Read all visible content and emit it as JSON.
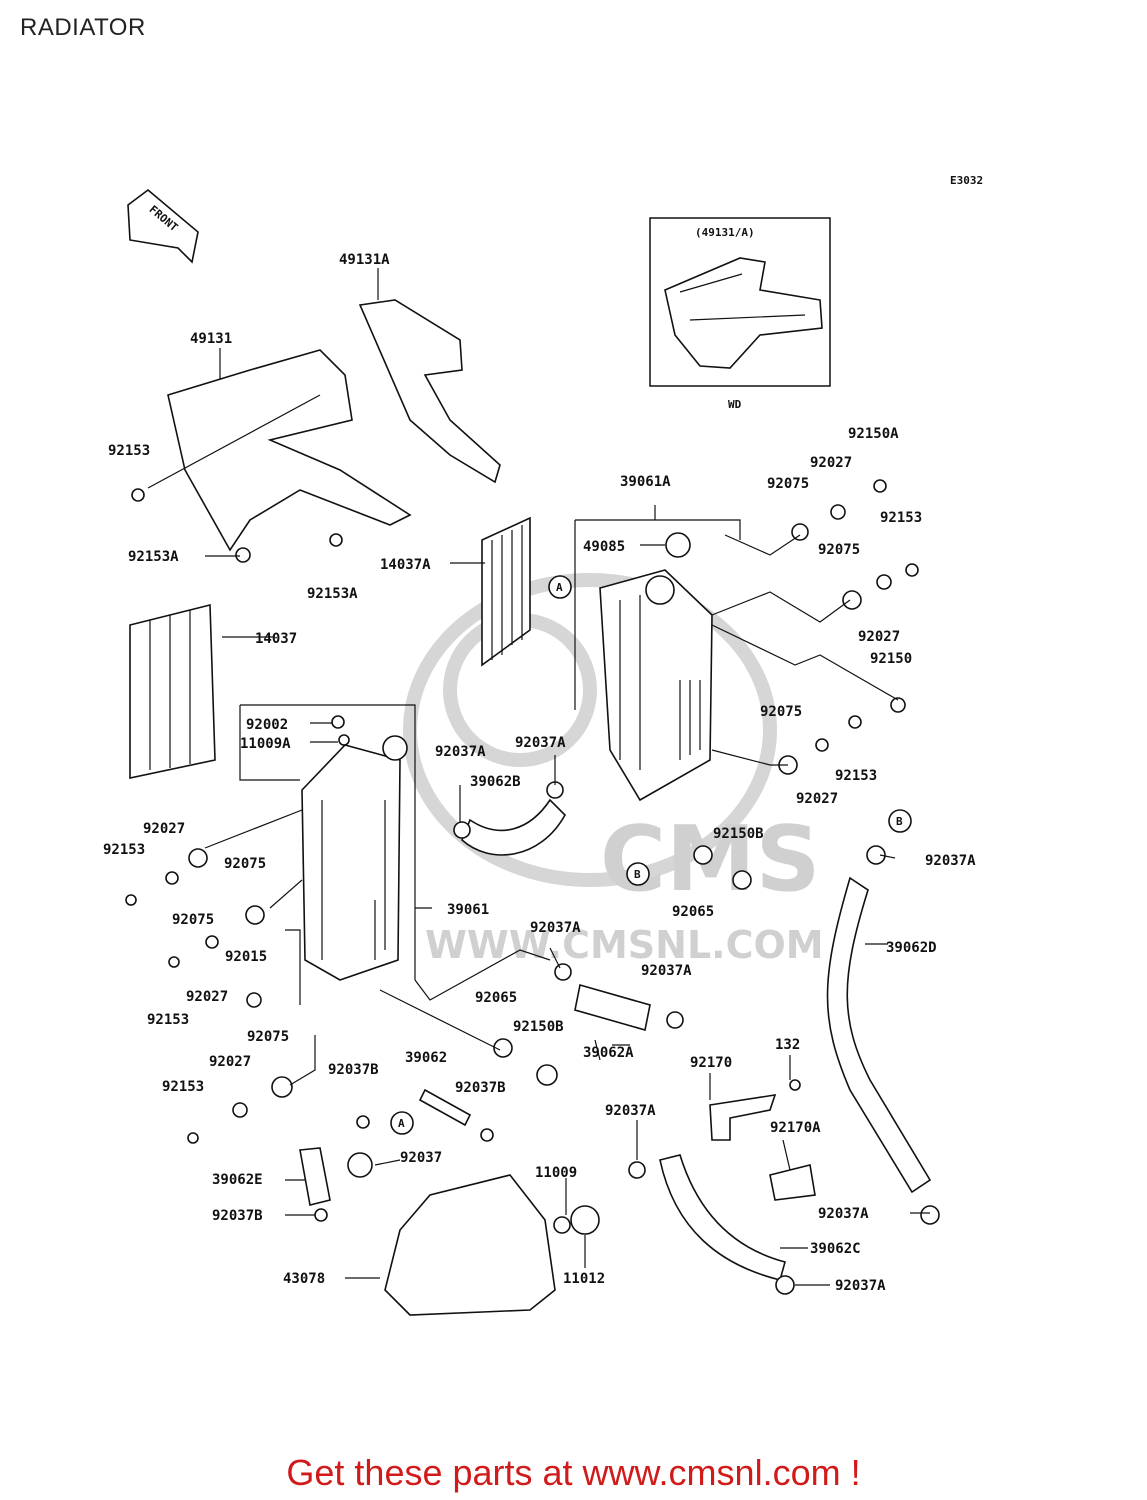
{
  "page": {
    "title": "RADIATOR",
    "diagram_code": "E3032",
    "front_arrow": "FRONT",
    "inset": {
      "caption": "(49131/A)",
      "variant": "WD"
    },
    "watermark": {
      "text": "CMS",
      "url": "WWW.CMSNL.COM"
    },
    "cta": "Get these parts at www.cmsnl.com !"
  },
  "labels": {
    "l49131A_top": "49131A",
    "l49131": "49131",
    "l92153_a": "92153",
    "l92153A_a": "92153A",
    "l92153A_b": "92153A",
    "l14037A": "14037A",
    "l14037": "14037",
    "l39061A": "39061A",
    "l49085": "49085",
    "l92150A": "92150A",
    "l92027_a": "92027",
    "l92075_a": "92075",
    "l92153_b": "92153",
    "l92075_b": "92075",
    "l92027_b": "92027",
    "l92150": "92150",
    "l92002": "92002",
    "l11009A": "11009A",
    "l92037A_a": "92037A",
    "l92037A_b": "92037A",
    "l39062B": "39062B",
    "l92075_c": "92075",
    "l92153_c": "92153",
    "l92027_c": "92027",
    "l92027_d": "92027",
    "l92153_d": "92153",
    "l92075_d": "92075",
    "l92075_e": "92075",
    "l92150B_a": "92150B",
    "l92065_a": "92065",
    "l92037A_c": "92037A",
    "l39061": "39061",
    "l92037A_d": "92037A",
    "l92037A_e": "92037A",
    "l39062D": "39062D",
    "l92015": "92015",
    "l92027_e": "92027",
    "l92153_e": "92153",
    "l92065_b": "92065",
    "l92150B_b": "92150B",
    "l39062A": "39062A",
    "l92075_f": "92075",
    "l92027_f": "92027",
    "l92153_f": "92153",
    "l92037B_a": "92037B",
    "l39062": "39062",
    "l92037B_b": "92037B",
    "l92170": "92170",
    "l132": "132",
    "l92037A_f": "92037A",
    "l92170A": "92170A",
    "l92037": "92037",
    "l39062E": "39062E",
    "l11009": "11009",
    "l92037B_c": "92037B",
    "l11012": "11012",
    "l92037A_g": "92037A",
    "l39062C": "39062C",
    "l43078": "43078",
    "l92037A_h": "92037A"
  },
  "markers": {
    "A1": "A",
    "A2": "A",
    "B1": "B",
    "B2": "B"
  }
}
